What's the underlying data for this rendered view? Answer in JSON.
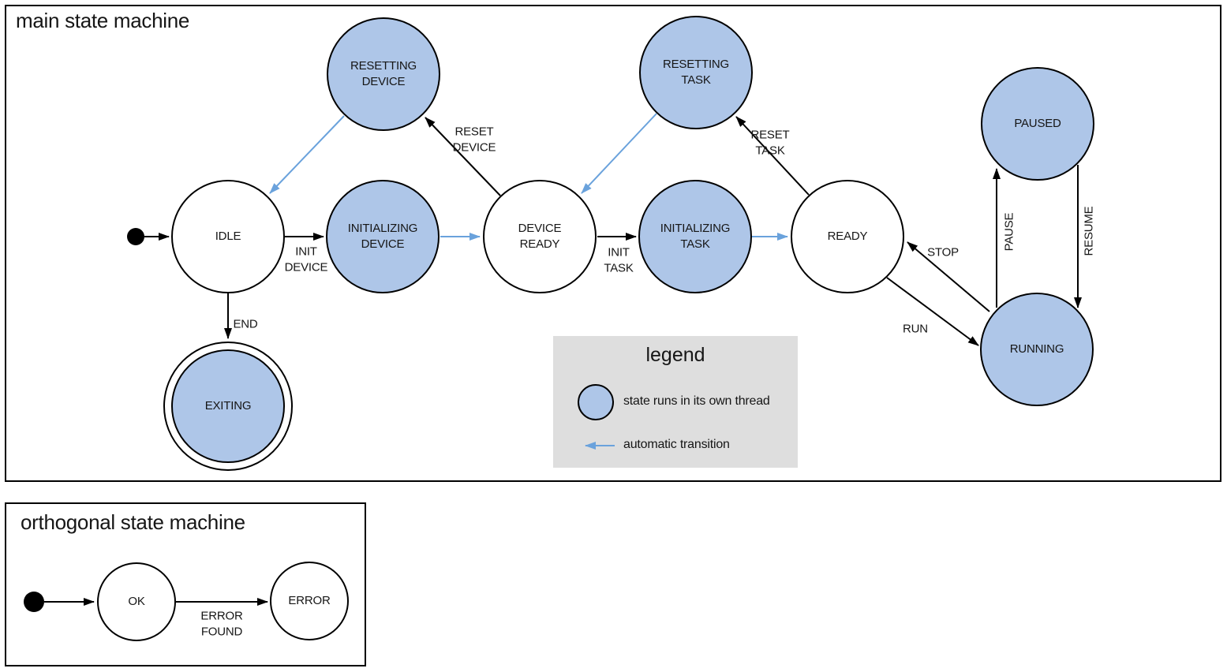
{
  "colors": {
    "threaded_fill": "#aec6e8",
    "auto_arrow": "#6aa2dc",
    "legend_bg": "#dedede"
  },
  "main_machine": {
    "title": "main state machine",
    "states": {
      "resetting_device": "RESETTING\nDEVICE",
      "resetting_task": "RESETTING\nTASK",
      "paused": "PAUSED",
      "idle": "IDLE",
      "initializing_device": "INITIALIZING\nDEVICE",
      "device_ready": "DEVICE\nREADY",
      "initializing_task": "INITIALIZING\nTASK",
      "ready": "READY",
      "running": "RUNNING",
      "exiting": "EXITING"
    },
    "transitions": {
      "init_device": "INIT\nDEVICE",
      "reset_device": "RESET\nDEVICE",
      "init_task": "INIT\nTASK",
      "reset_task": "RESET\nTASK",
      "stop": "STOP",
      "run": "RUN",
      "pause": "PAUSE",
      "resume": "RESUME",
      "end": "END"
    }
  },
  "legend": {
    "title": "legend",
    "thread_item": "state runs in its own thread",
    "auto_item": "automatic transition"
  },
  "orthogonal_machine": {
    "title": "orthogonal state machine",
    "states": {
      "ok": "OK",
      "error": "ERROR"
    },
    "transitions": {
      "error_found": "ERROR\nFOUND"
    }
  }
}
